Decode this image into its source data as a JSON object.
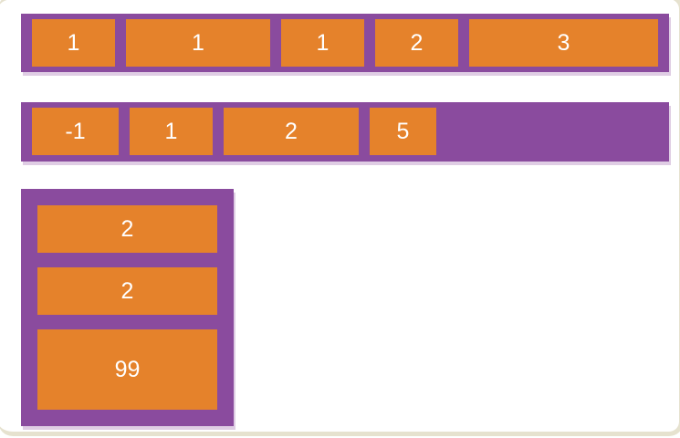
{
  "page": {
    "background_color": "#ffffff",
    "window_edge_color": "#e6e2cf"
  },
  "colors": {
    "container_purple": "#8a4b9e",
    "container_shadow": "rgba(139,74,158,0.28)",
    "item_orange": "#e5822b",
    "item_text": "#ffffff"
  },
  "flex_demo": {
    "containers": [
      {
        "name": "row-1",
        "direction": "row",
        "items": [
          {
            "label": "1",
            "size": 91
          },
          {
            "label": "1",
            "size": 158
          },
          {
            "label": "1",
            "size": 91
          },
          {
            "label": "2",
            "size": 91
          },
          {
            "label": "3",
            "size": 207
          }
        ]
      },
      {
        "name": "row-2",
        "direction": "row",
        "items": [
          {
            "label": "-1",
            "size": 95
          },
          {
            "label": "1",
            "size": 91
          },
          {
            "label": "2",
            "size": 148
          },
          {
            "label": "5",
            "size": 73
          }
        ]
      },
      {
        "name": "column-1",
        "direction": "column",
        "items": [
          {
            "label": "2",
            "size": 52
          },
          {
            "label": "2",
            "size": 52
          },
          {
            "label": "99",
            "size": 88
          }
        ]
      }
    ]
  }
}
